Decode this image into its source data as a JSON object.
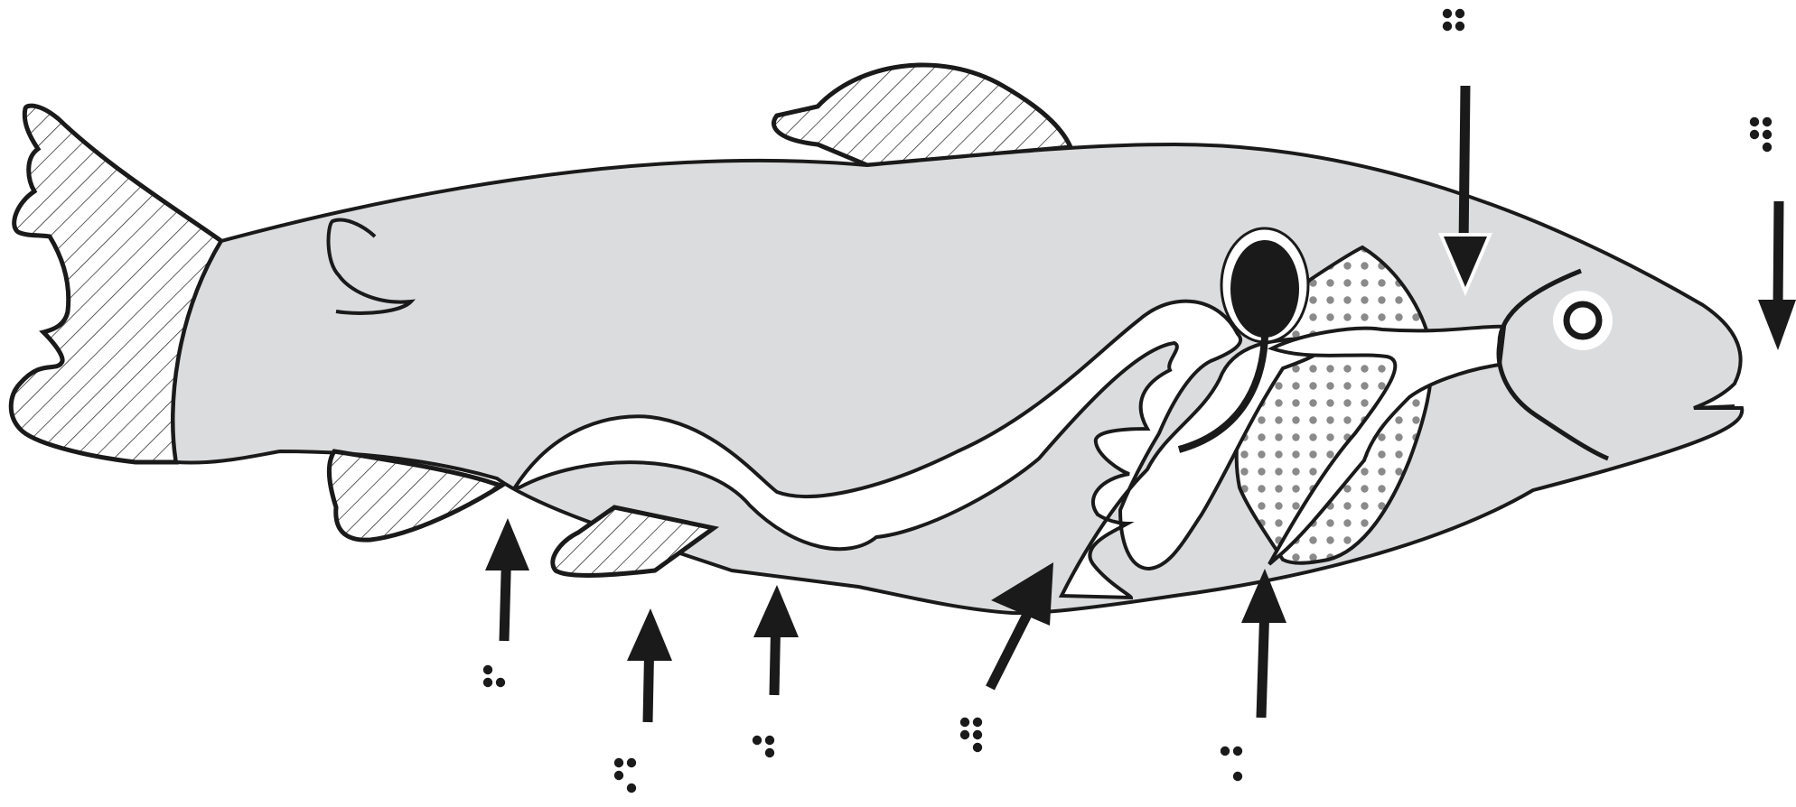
{
  "diagram": {
    "subject": "fish-internal-anatomy",
    "colors": {
      "body": "#dbdcdd",
      "outline": "#1a1a1a",
      "fin_hatch": "#1a1a1a",
      "organ_dots": "#8a8a8a",
      "highlight": "#ffffff"
    },
    "callouts": [
      {
        "id": "callout-1",
        "braille_cells": [
          [
            1,
            2,
            5
          ]
        ],
        "direction": "up"
      },
      {
        "id": "callout-2",
        "braille_cells": [
          [
            1,
            2,
            4,
            6
          ]
        ],
        "direction": "up"
      },
      {
        "id": "callout-3",
        "braille_cells": [
          [
            1,
            4,
            5
          ]
        ],
        "direction": "up"
      },
      {
        "id": "callout-4",
        "braille_cells": [
          [
            1,
            2,
            4,
            5,
            6
          ]
        ],
        "direction": "up"
      },
      {
        "id": "callout-5",
        "braille_cells": [
          [
            1,
            4,
            6
          ]
        ],
        "direction": "up"
      },
      {
        "id": "callout-6",
        "braille_cells": [
          [
            1,
            2,
            4,
            5
          ]
        ],
        "direction": "down"
      },
      {
        "id": "callout-7",
        "braille_cells": [
          [
            1,
            2,
            4,
            5,
            6
          ]
        ],
        "direction": "down"
      }
    ]
  }
}
